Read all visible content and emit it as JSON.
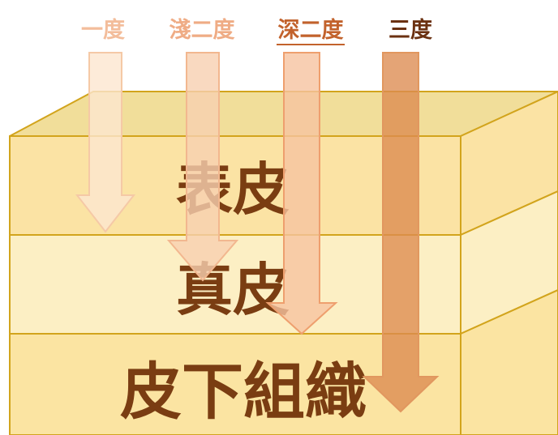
{
  "degrees": [
    {
      "label": "一度",
      "color": "#f3bd9b",
      "underline": false
    },
    {
      "label": "淺二度",
      "color": "#efac85",
      "underline": false
    },
    {
      "label": "深二度",
      "color": "#c2622c",
      "underline": true
    },
    {
      "label": "三度",
      "color": "#6b3111",
      "underline": false
    }
  ],
  "layers": [
    {
      "label": "表皮",
      "front": "#fbe3a4",
      "side": "#fbe3a4",
      "top": "#f1de9a"
    },
    {
      "label": "真皮",
      "front": "#fcefc4",
      "side": "#fcefc4"
    },
    {
      "label": "皮下組織",
      "front": "#fbe4a2",
      "side": "#fbe4a2"
    }
  ],
  "arrows": [
    {
      "fill": "#fde6cf",
      "opacity": 0.8,
      "stroke": "#f5c9a6"
    },
    {
      "fill": "#f8cfb0",
      "opacity": 0.8,
      "stroke": "#f2b78f"
    },
    {
      "fill": "#f6c3a0",
      "opacity": 0.8,
      "stroke": "#ee9f6e"
    },
    {
      "fill": "#dc8a4f",
      "opacity": 0.78,
      "stroke": "#e1975f"
    }
  ],
  "colors": {
    "outline": "#d2a41c",
    "layer_text": "#7a3d12"
  }
}
